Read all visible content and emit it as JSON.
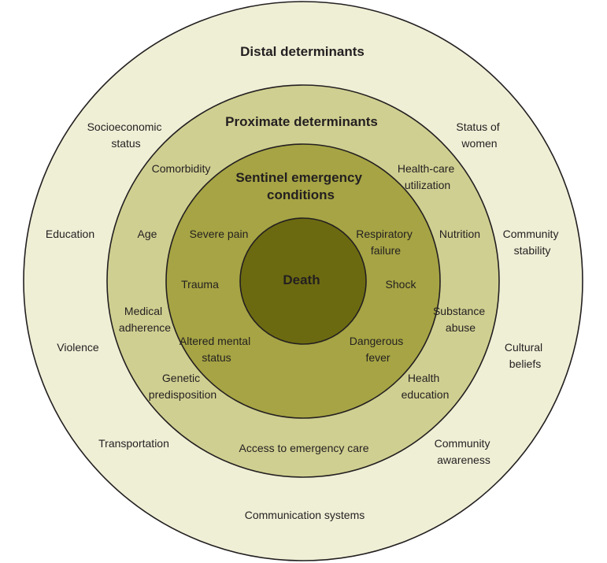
{
  "colors": {
    "outer_ring": "#efefd6",
    "middle_ring": "#cfcf91",
    "inner_ring": "#a6a444",
    "core": "#6c6a10",
    "stroke": "#231f20",
    "text": "#231f20"
  },
  "distal": {
    "title": "Distal determinants",
    "labels": {
      "socioeconomic": [
        "Socioeconomic",
        "status"
      ],
      "status_of_women": [
        "Status of",
        "women"
      ],
      "education": [
        "Education"
      ],
      "community_stability": [
        "Community",
        "stability"
      ],
      "violence": [
        "Violence"
      ],
      "cultural_beliefs": [
        "Cultural",
        "beliefs"
      ],
      "transportation": [
        "Transportation"
      ],
      "community_awareness": [
        "Community",
        "awareness"
      ],
      "communication_systems": [
        "Communication systems"
      ]
    }
  },
  "proximate": {
    "title": "Proximate determinants",
    "labels": {
      "comorbidity": [
        "Comorbidity"
      ],
      "healthcare_utilization": [
        "Health-care",
        "utilization"
      ],
      "age": [
        "Age"
      ],
      "nutrition": [
        "Nutrition"
      ],
      "medical_adherence": [
        "Medical",
        "adherence"
      ],
      "substance_abuse": [
        "Substance",
        "abuse"
      ],
      "genetic_predisposition": [
        "Genetic",
        "predisposition"
      ],
      "health_education": [
        "Health",
        "education"
      ],
      "access_emergency_care": [
        "Access to emergency care"
      ]
    }
  },
  "sentinel": {
    "title": [
      "Sentinel emergency",
      "conditions"
    ],
    "labels": {
      "severe_pain": [
        "Severe pain"
      ],
      "respiratory_failure": [
        "Respiratory",
        "failure"
      ],
      "trauma": [
        "Trauma"
      ],
      "shock": [
        "Shock"
      ],
      "altered_mental_status": [
        "Altered mental",
        "status"
      ],
      "dangerous_fever": [
        "Dangerous",
        "fever"
      ]
    }
  },
  "core": {
    "title": "Death"
  }
}
